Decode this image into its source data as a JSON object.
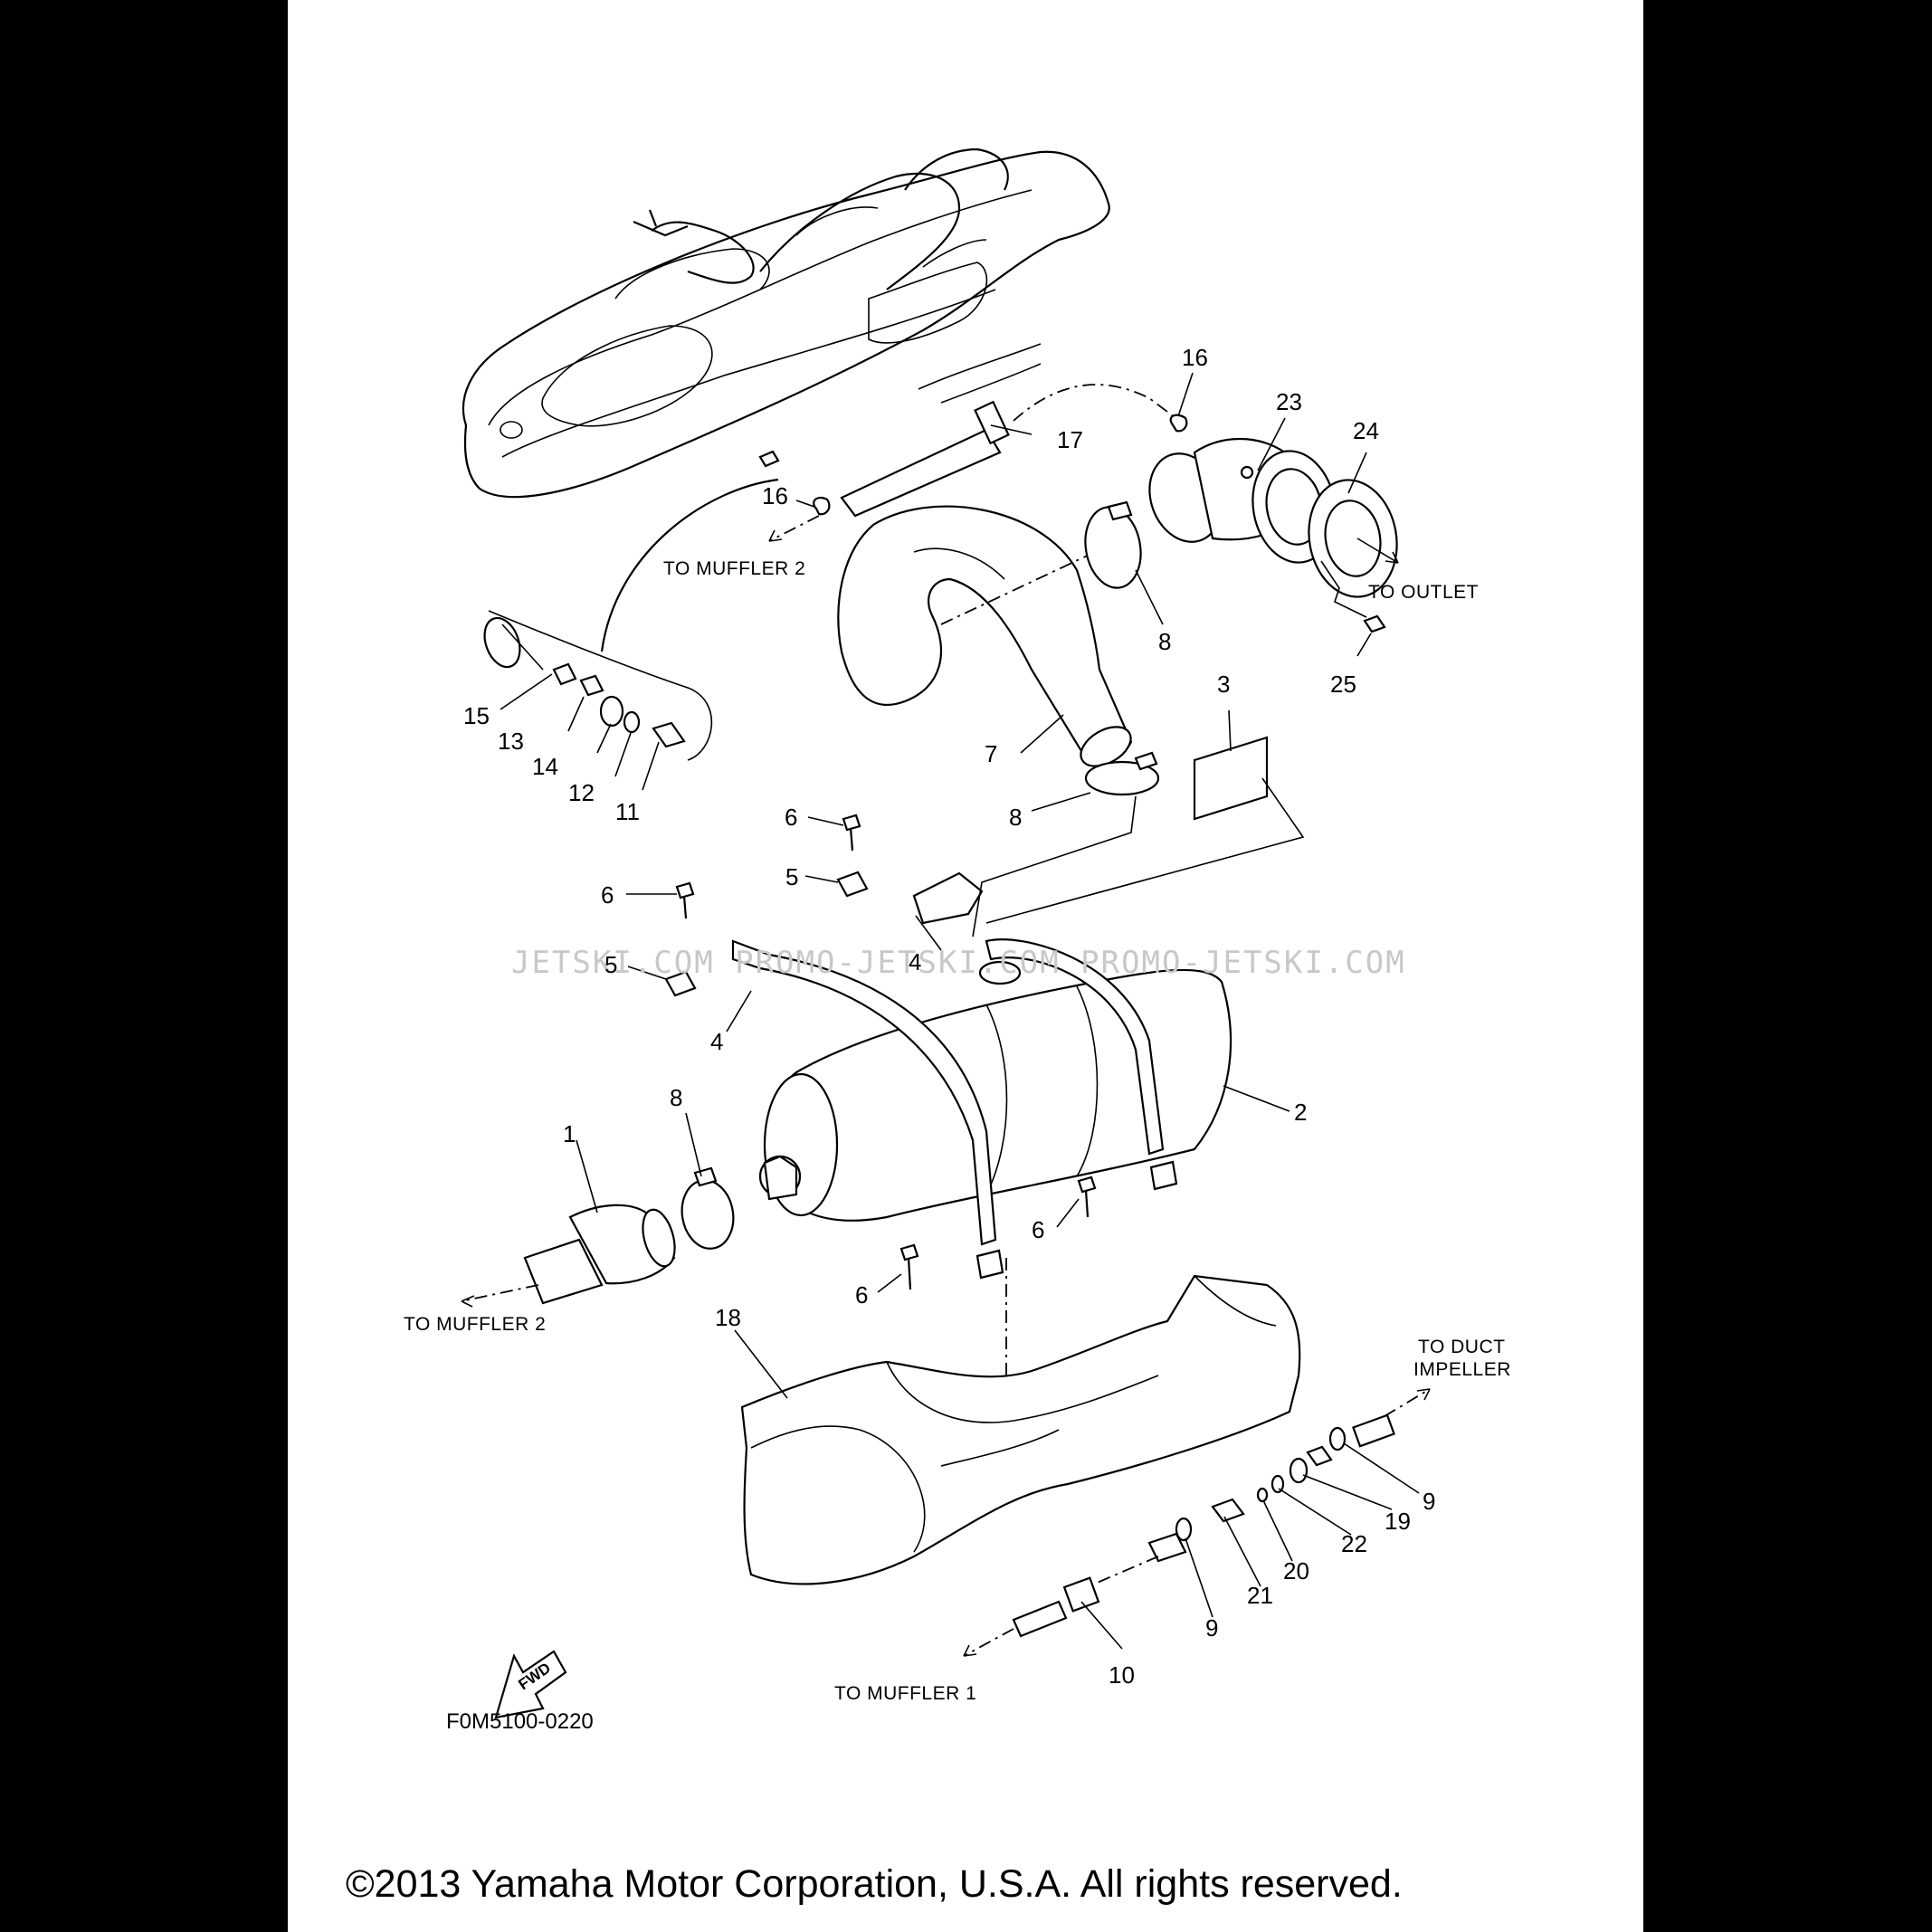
{
  "diagram": {
    "drawing_code": "F0M5100-0220",
    "copyright": "©2013 Yamaha Motor Corporation, U.S.A. All rights reserved.",
    "watermark": "JETSKI.COM   PROMO-JETSKI.COM   PROMO-JETSKI.COM",
    "fwd_label": "FWD",
    "destinations": {
      "to_muffler_2_top": "TO MUFFLER 2",
      "to_outlet": "TO OUTLET",
      "to_muffler_2_bottom": "TO MUFFLER 2",
      "to_duct_impeller_1": "TO DUCT",
      "to_duct_impeller_2": "IMPELLER",
      "to_muffler_1": "TO MUFFLER 1"
    },
    "callouts": [
      "16",
      "23",
      "24",
      "17",
      "16",
      "8",
      "25",
      "3",
      "15",
      "13",
      "14",
      "12",
      "11",
      "7",
      "8",
      "6",
      "5",
      "6",
      "5",
      "4",
      "4",
      "2",
      "8",
      "1",
      "6",
      "6",
      "18",
      "9",
      "19",
      "22",
      "20",
      "21",
      "9",
      "10"
    ]
  },
  "colors": {
    "line": "#000000",
    "paper": "#ffffff",
    "background": "#000000",
    "watermark": "#c8c8c8"
  }
}
